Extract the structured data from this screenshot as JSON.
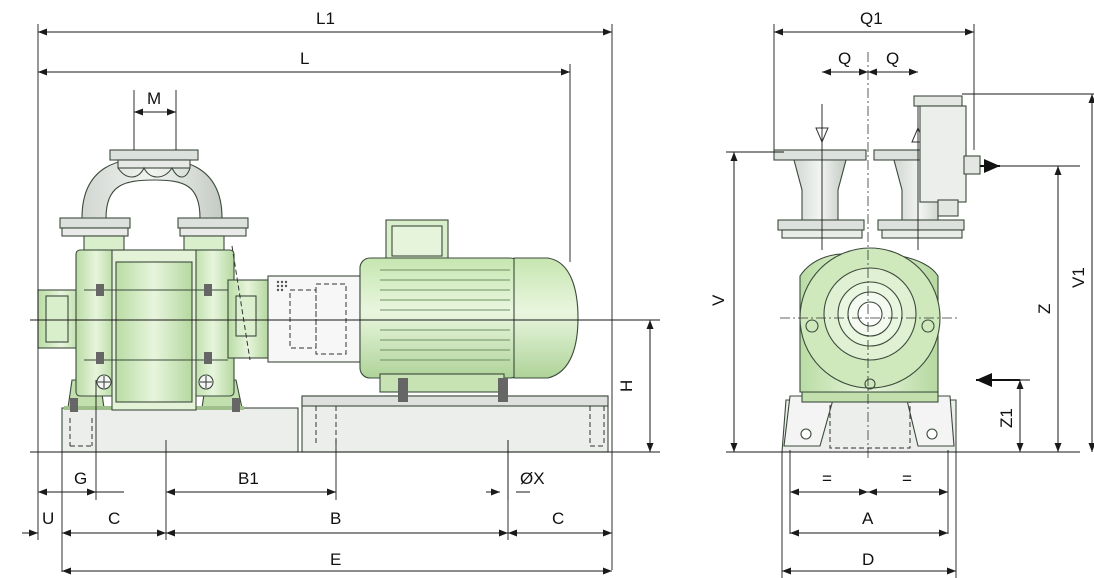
{
  "colors": {
    "body_green": "#d4ecc4",
    "body_green_dark": "#a9cd94",
    "steel_grey": "#e6e9e6",
    "steel_grey_dark": "#c9cec9",
    "line": "#1a1a1a"
  },
  "labels": {
    "L1": "L1",
    "L": "L",
    "M": "M",
    "H": "H",
    "G": "G",
    "B1": "B1",
    "X": "ØX",
    "U": "U",
    "C_left": "C",
    "B": "B",
    "C_right": "C",
    "E": "E",
    "Q1": "Q1",
    "Q_left": "Q",
    "Q_right": "Q",
    "V": "V",
    "V1": "V1",
    "Z": "Z",
    "Z1": "Z1",
    "eq_left": "=",
    "eq_right": "=",
    "A": "A",
    "D": "D"
  }
}
